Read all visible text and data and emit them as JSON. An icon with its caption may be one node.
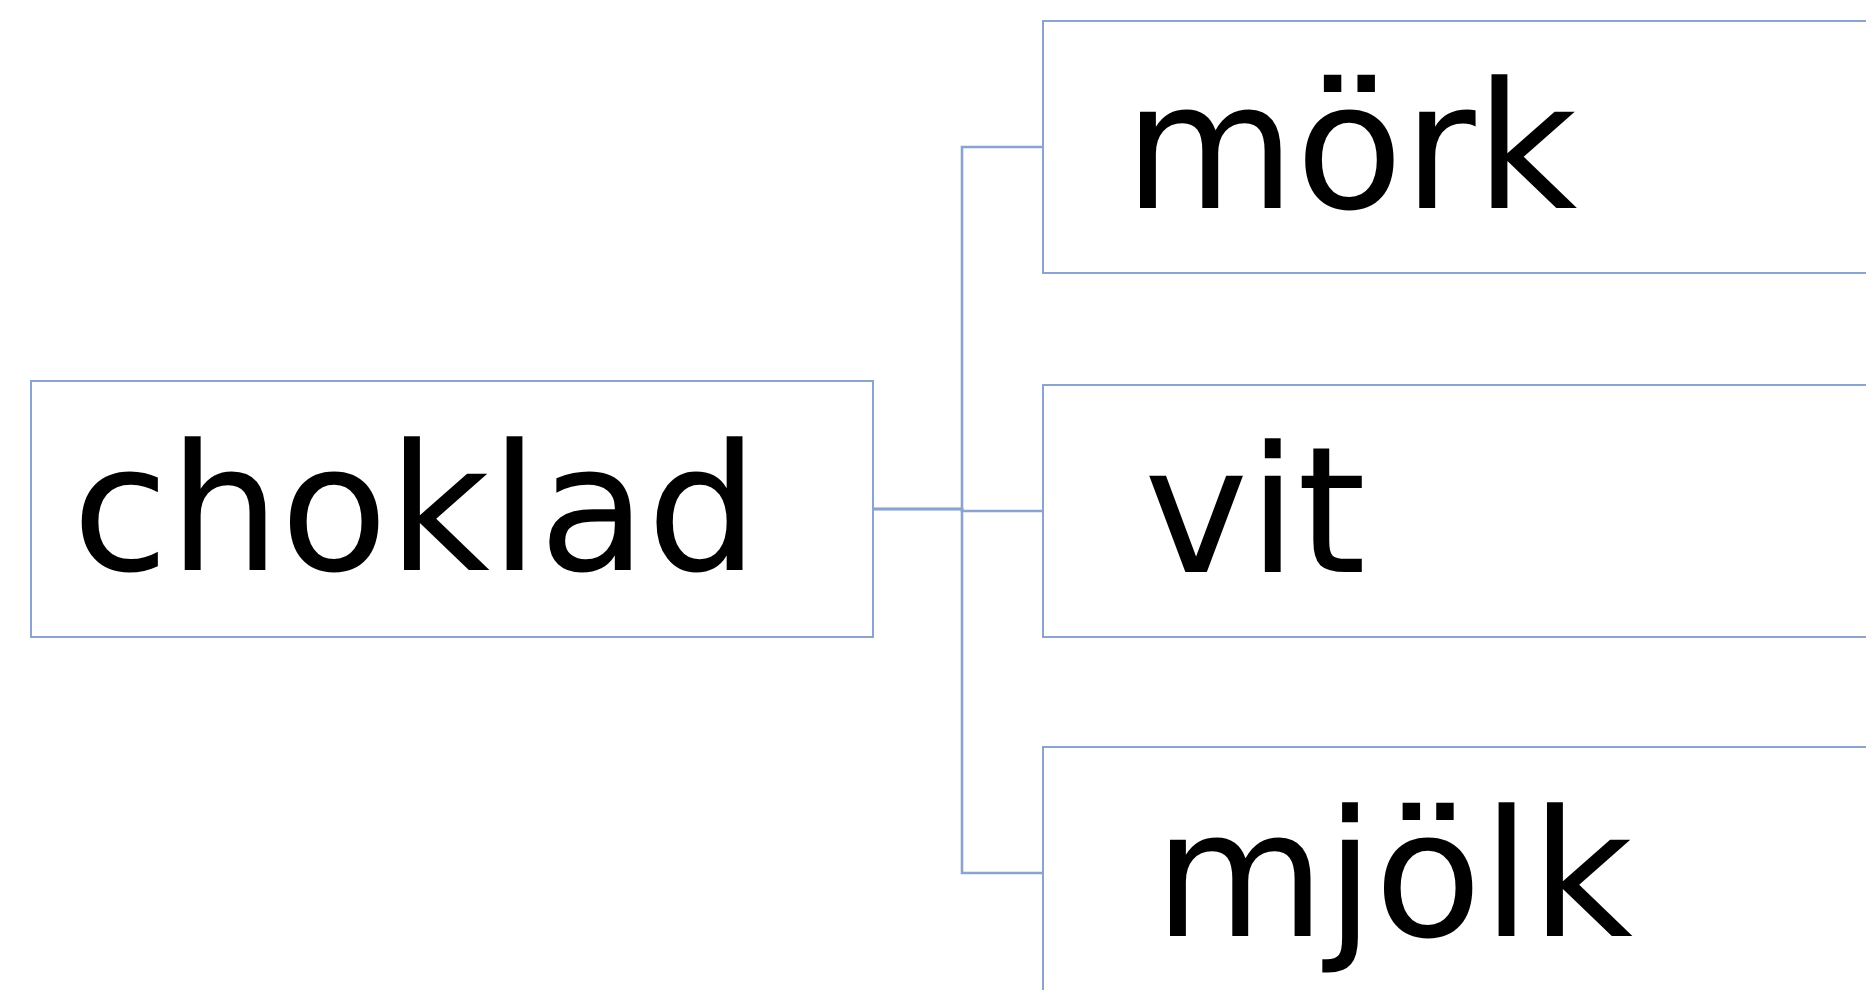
{
  "diagram": {
    "nodes": [
      {
        "text": [
          "choklad"
        ]
      },
      {
        "text": [
          "mörk"
        ]
      },
      {
        "text": [
          "vit"
        ]
      },
      {
        "text": [
          "mjölk"
        ]
      }
    ],
    "edges": [
      {
        "from": 0,
        "to": 1,
        "arrow": "none"
      },
      {
        "from": 0,
        "to": 2,
        "arrow": "none"
      },
      {
        "from": 0,
        "to": 3,
        "arrow": "none"
      }
    ]
  }
}
